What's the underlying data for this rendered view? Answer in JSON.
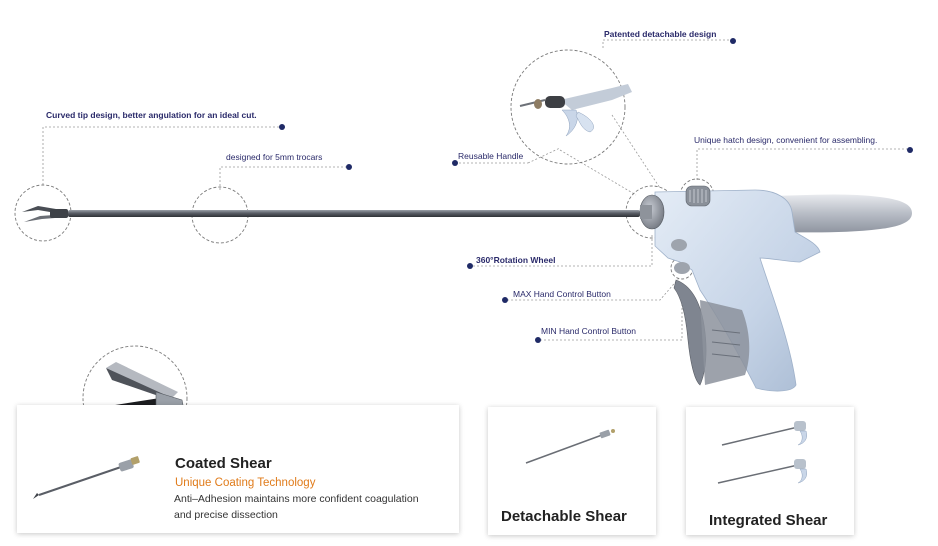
{
  "callouts": {
    "curved_tip": "Curved tip design, better angulation for an ideal cut.",
    "trocar": "designed for 5mm trocars",
    "patented": "Patented detachable design",
    "reusable_handle": "Reusable Handle",
    "hatch": "Unique hatch design, convenient for assembling.",
    "rotation_wheel": "360°Rotation Wheel",
    "max_button": "MAX Hand Control Button",
    "min_button": "MIN Hand Control Button"
  },
  "cards": {
    "coated": {
      "title": "Coated Shear",
      "subtitle": "Unique Coating Technology",
      "desc_line1": "Anti–Adhesion maintains more confident coagulation",
      "desc_line2": "and precise dissection"
    },
    "detachable": {
      "title": "Detachable Shear"
    },
    "integrated": {
      "title": "Integrated Shear"
    }
  },
  "colors": {
    "callout_text": "#2a2a6a",
    "dot": "#1f2a66",
    "subtitle": "#e07b1a",
    "handle_body": "#c9d6e8",
    "shaft": "#5a5e66"
  }
}
